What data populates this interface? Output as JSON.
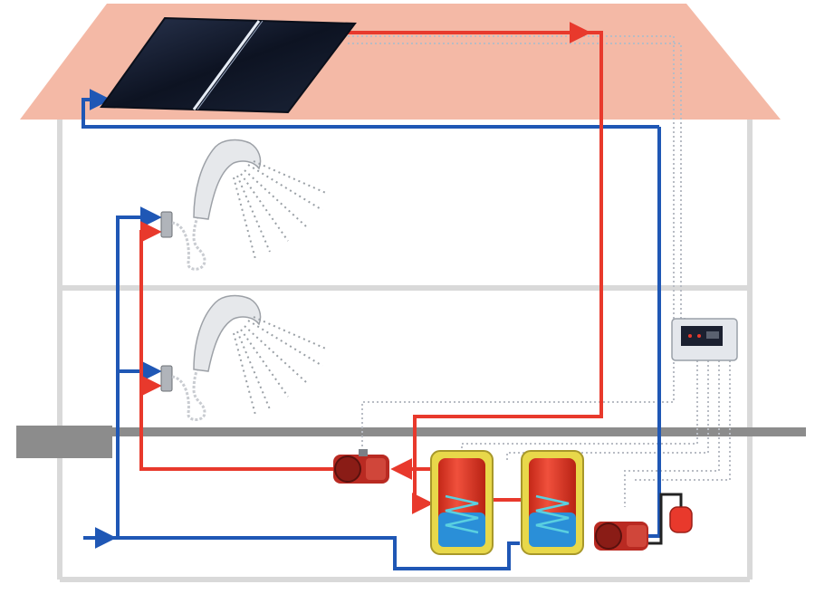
{
  "diagram": {
    "watermark": "",
    "components": {
      "solar_collector": "solar-collector",
      "showers": [
        "shower-upper-floor",
        "shower-lower-floor"
      ],
      "storage_tanks": 2,
      "pumps": 2,
      "controller": "solar-controller",
      "expansion_vessel": "expansion-vessel"
    },
    "colors": {
      "roof": "#f4b9a6",
      "walls": "#d9d9d9",
      "ground_slab": "#8c8c8c",
      "hot_pipe": "#e8392c",
      "cold_pipe": "#1f57b5",
      "control_wire": "#b8bcc4",
      "tank_body": "#e8392c",
      "tank_frame": "#e8d84a",
      "panel": "#111a2e"
    }
  }
}
